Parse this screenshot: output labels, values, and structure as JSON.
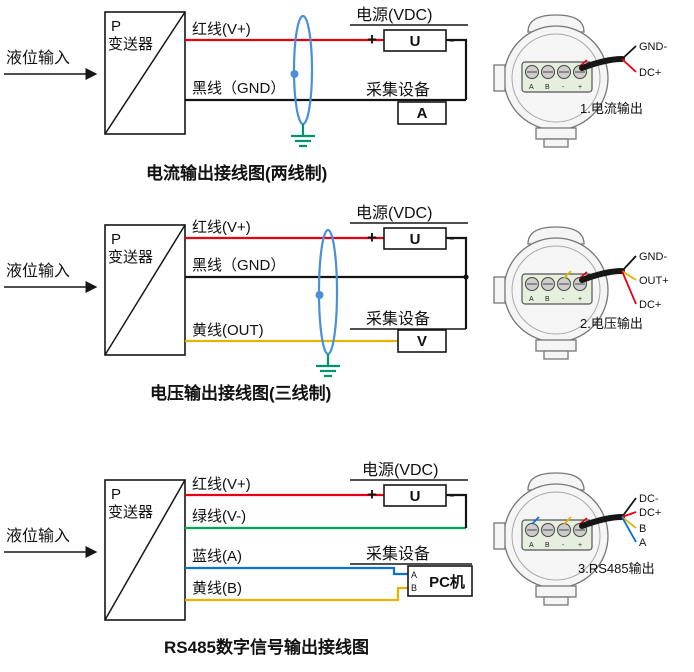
{
  "colors": {
    "red": "#e60012",
    "black": "#141414",
    "yellow": "#e7b500",
    "green": "#00a551",
    "blue": "#0d6fd8",
    "shield": "#4a90d9",
    "ground": "#00916e"
  },
  "d1": {
    "input": "液位输入",
    "p": "P",
    "name": "变送器",
    "wire_red": "红线(V+)",
    "wire_black": "黑线（GND）",
    "power_title": "电源(VDC)",
    "plus": "+",
    "minus": "-",
    "power_box": "U",
    "collector_title": "采集设备",
    "collector_box": "A",
    "caption": "电流输出接线图(两线制)"
  },
  "d2": {
    "input": "液位输入",
    "p": "P",
    "name": "变送器",
    "wire_red": "红线(V+)",
    "wire_black": "黑线（GND）",
    "wire_yellow": "黄线(OUT)",
    "power_title": "电源(VDC)",
    "plus": "+",
    "minus": "-",
    "power_box": "U",
    "collector_title": "采集设备",
    "collector_box": "V",
    "caption": "电压输出接线图(三线制)"
  },
  "d3": {
    "input": "液位输入",
    "p": "P",
    "name": "变送器",
    "wire_red": "红线(V+)",
    "wire_green": "绿线(V-)",
    "wire_blue": "蓝线(A)",
    "wire_yellow": "黄线(B)",
    "power_title": "电源(VDC)",
    "plus": "+",
    "minus": "-",
    "power_box": "U",
    "collector_title": "采集设备",
    "pc_box": "PC机",
    "pc_a": "A",
    "pc_b": "B",
    "caption": "RS485数字信号输出接线图"
  },
  "head1": {
    "terminals": [
      "A",
      "B",
      "-",
      "+"
    ],
    "labels": [
      "GND-",
      "DC+"
    ],
    "caption": "1.电流输出"
  },
  "head2": {
    "terminals": [
      "A",
      "B",
      "-",
      "+"
    ],
    "labels": [
      "GND-",
      "OUT+",
      "DC+"
    ],
    "caption": "2.电压输出"
  },
  "head3": {
    "terminals": [
      "A",
      "B",
      "-",
      "+"
    ],
    "labels": [
      "DC-",
      "DC+",
      "B",
      "A"
    ],
    "caption": "3.RS485输出"
  }
}
